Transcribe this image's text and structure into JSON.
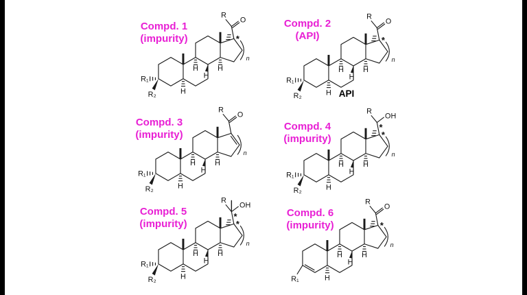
{
  "colors": {
    "accent": "#e81fd4",
    "ink": "#1a1a1a",
    "background": "#ffffff",
    "edge_bars": "#000000"
  },
  "atoms": {
    "r": "R",
    "r1": "R₁",
    "r2": "R₂",
    "o": "O",
    "oh": "OH",
    "h": "H",
    "n": "n",
    "star": "*"
  },
  "compounds": [
    {
      "title": "Compd. 1",
      "subtitle": "(impurity)"
    },
    {
      "title": "Compd. 2",
      "subtitle": "(API)",
      "extra": "API"
    },
    {
      "title": "Compd. 3",
      "subtitle": "(impurity)"
    },
    {
      "title": "Compd. 4",
      "subtitle": "(impurity)"
    },
    {
      "title": "Compd. 5",
      "subtitle": "(impurity)"
    },
    {
      "title": "Compd. 6",
      "subtitle": "(impurity)"
    }
  ]
}
